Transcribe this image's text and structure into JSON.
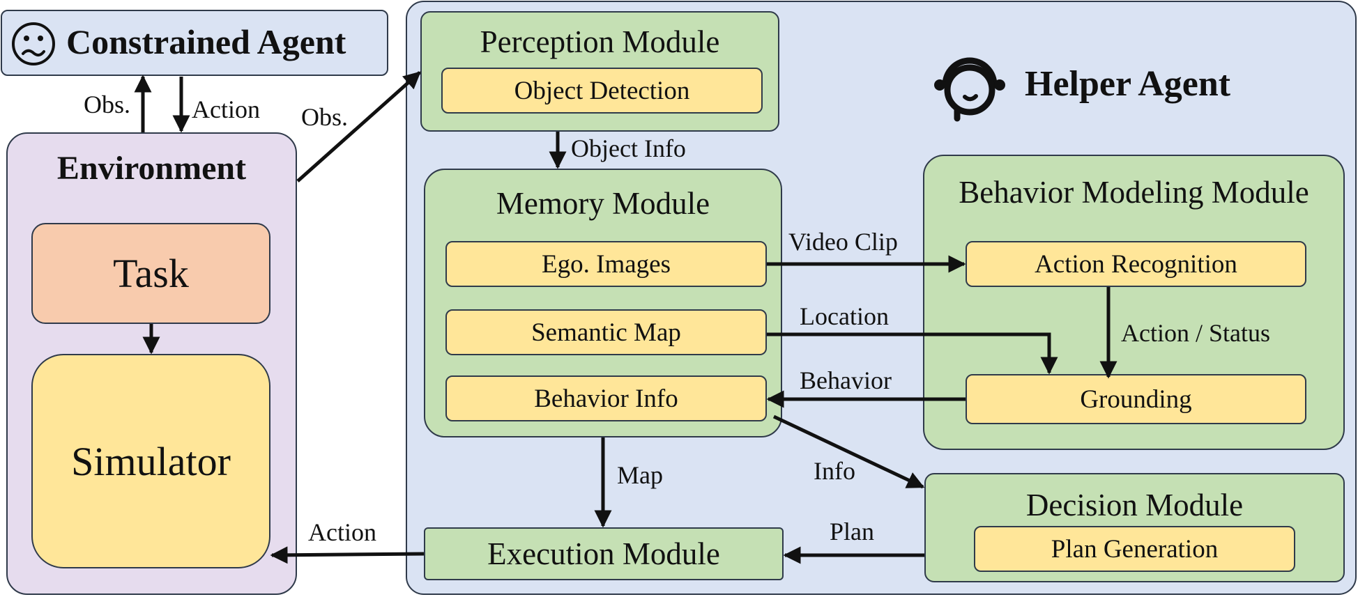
{
  "constrained_agent": {
    "title": "Constrained Agent"
  },
  "environment": {
    "title": "Environment",
    "task": "Task",
    "simulator": "Simulator"
  },
  "helper_agent": {
    "title": "Helper Agent"
  },
  "perception_module": {
    "title": "Perception Module",
    "items": [
      "Object Detection"
    ]
  },
  "memory_module": {
    "title": "Memory Module",
    "items": [
      "Ego. Images",
      "Semantic Map",
      "Behavior Info"
    ]
  },
  "behavior_modeling_module": {
    "title": "Behavior Modeling Module",
    "items": [
      "Action Recognition",
      "Grounding"
    ]
  },
  "decision_module": {
    "title": "Decision Module",
    "items": [
      "Plan Generation"
    ]
  },
  "execution_module": {
    "title": "Execution Module"
  },
  "edge_labels": {
    "obs_up": "Obs.",
    "action_down": "Action",
    "obs_to_perception": "Obs.",
    "object_info": "Object Info",
    "video_clip": "Video Clip",
    "location": "Location",
    "action_status": "Action / Status",
    "behavior": "Behavior",
    "info": "Info",
    "map": "Map",
    "plan": "Plan",
    "action_to_sim": "Action"
  }
}
